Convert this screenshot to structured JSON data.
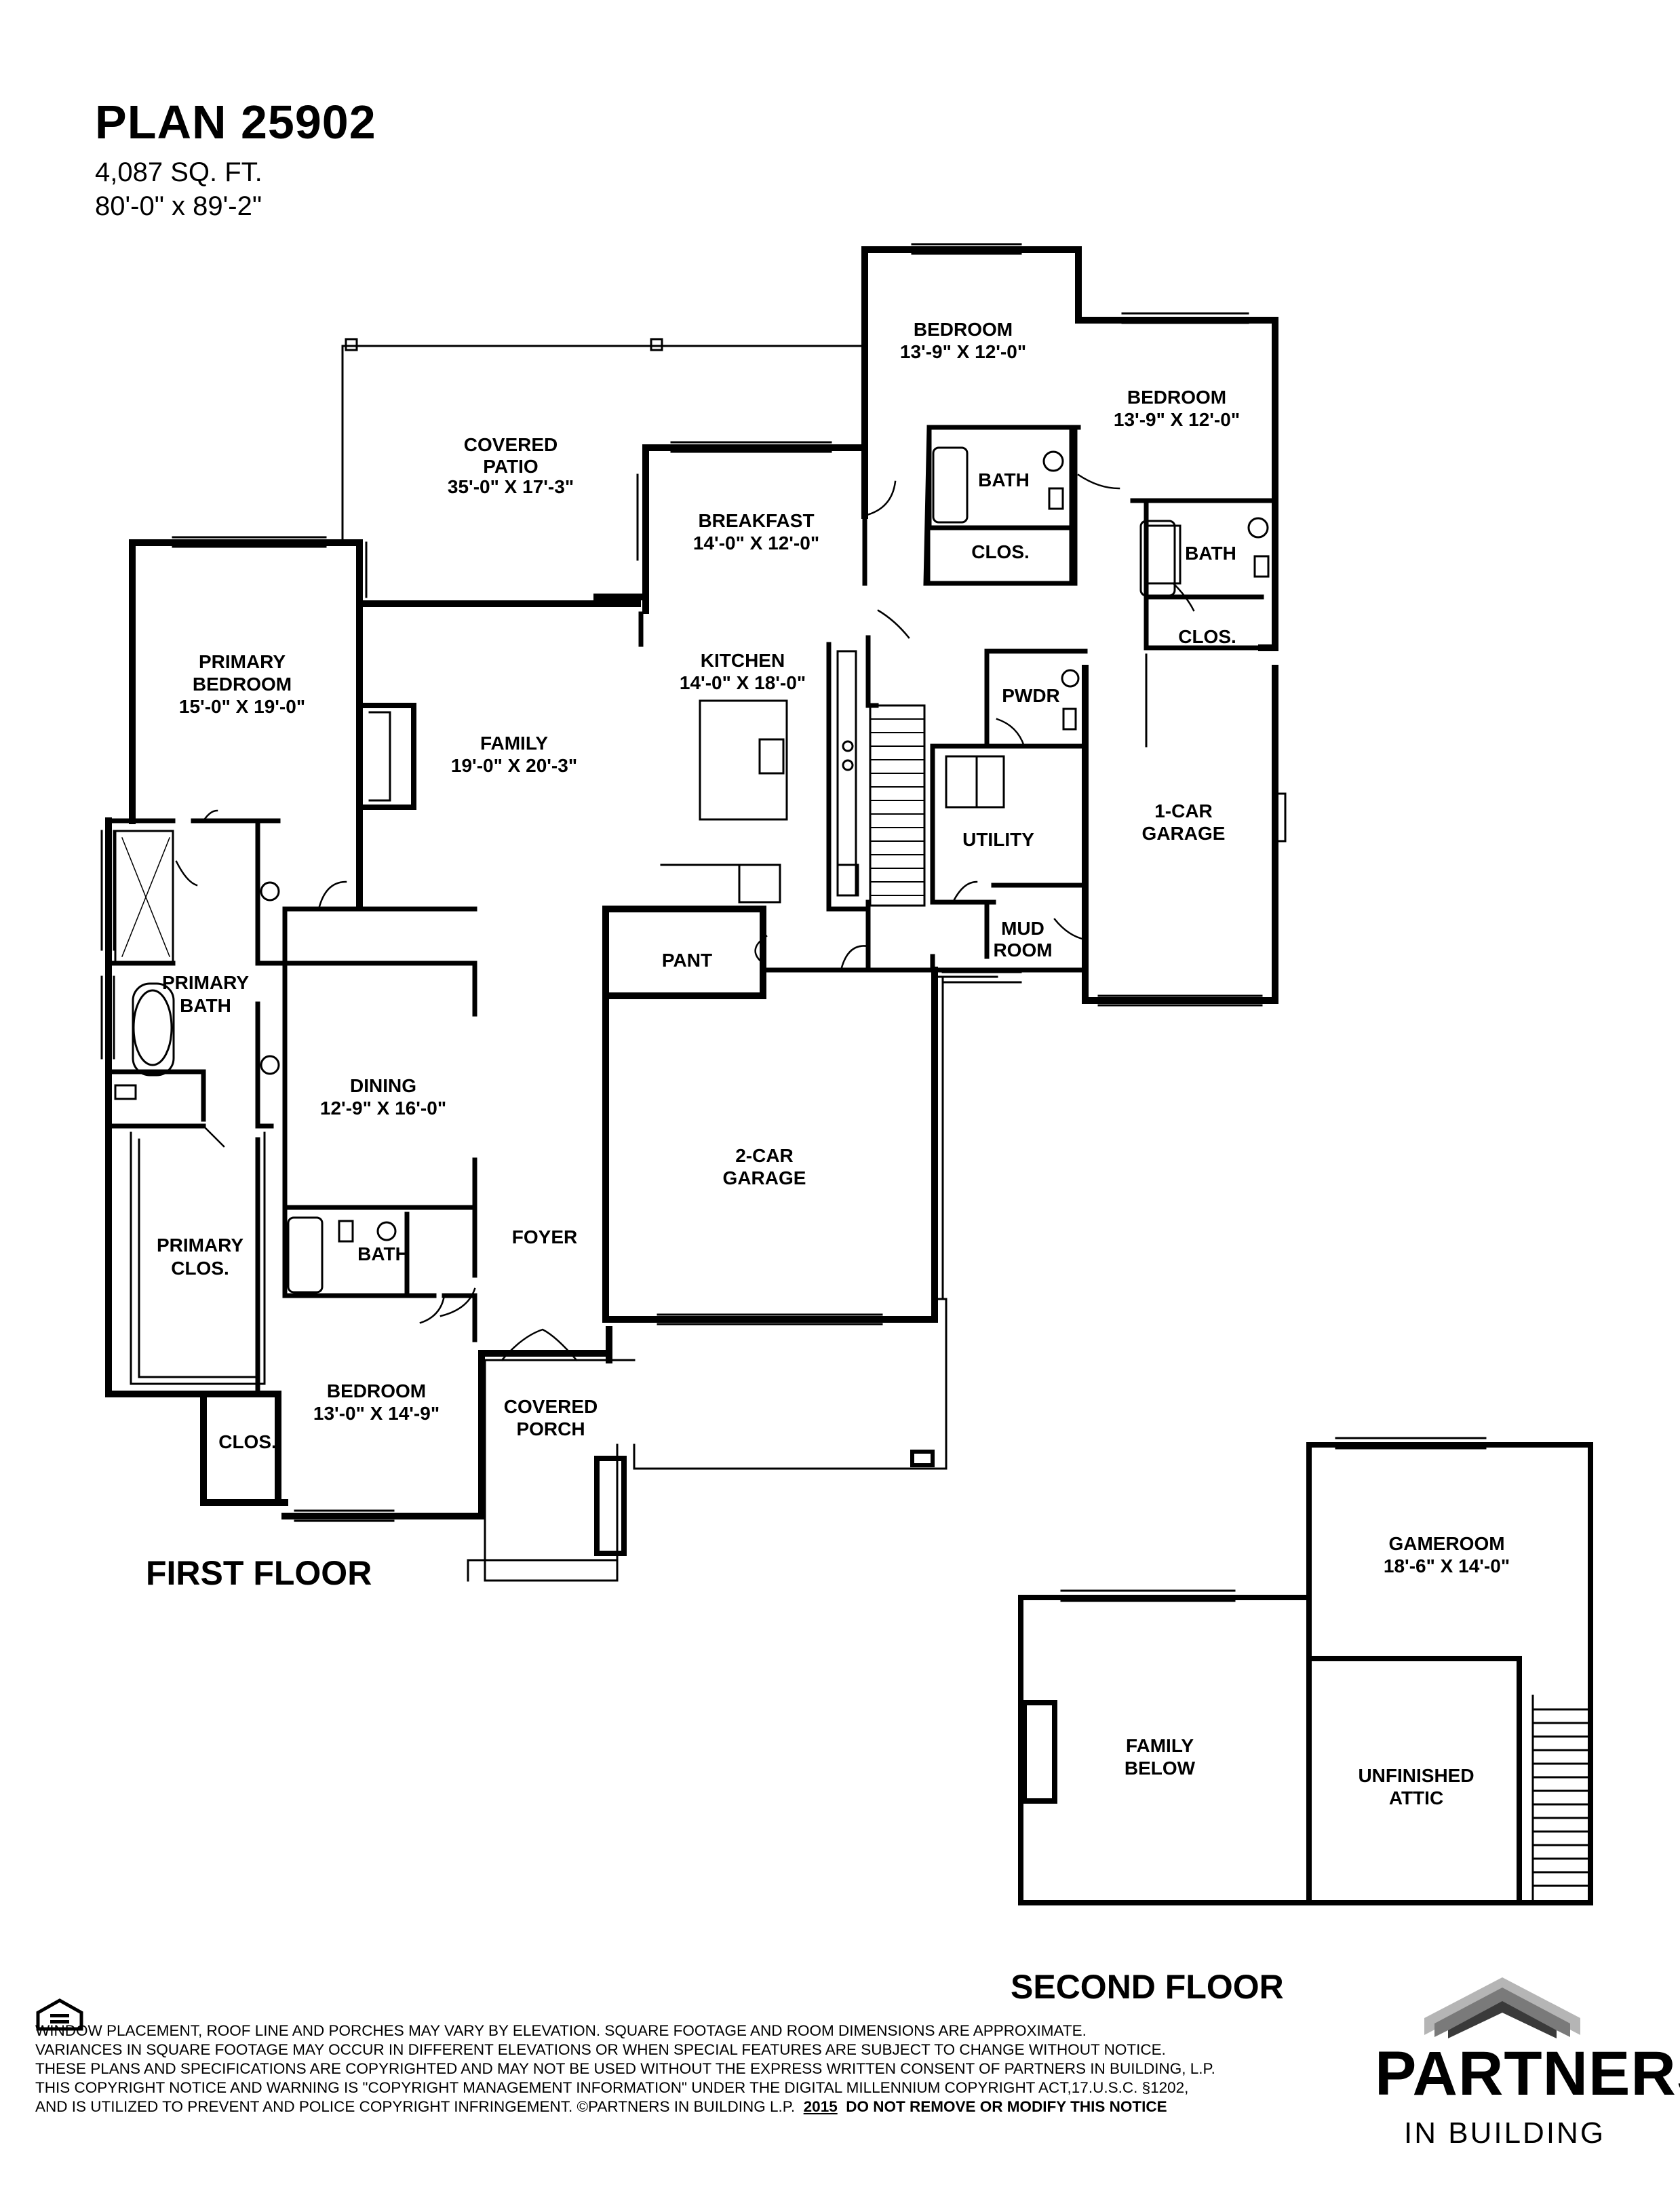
{
  "header": {
    "plan_name": "PLAN 25902",
    "square_feet": "4,087 SQ. FT.",
    "dimensions": "80'-0\" x 89'-2\""
  },
  "floors": {
    "first": "FIRST FLOOR",
    "second": "SECOND FLOOR"
  },
  "rooms_first_floor": [
    {
      "name": "BEDROOM",
      "size": "13'-9\" X 12'-0\""
    },
    {
      "name": "BEDROOM",
      "size": "13'-9\" X 12'-0\""
    },
    {
      "name": "COVERED PATIO",
      "size": "35'-0\" X 17'-3\""
    },
    {
      "name": "BREAKFAST",
      "size": "14'-0\" X 12'-0\""
    },
    {
      "name": "BATH"
    },
    {
      "name": "CLOS."
    },
    {
      "name": "BATH"
    },
    {
      "name": "CLOS."
    },
    {
      "name": "PRIMARY BEDROOM",
      "size": "15'-0\" X 19'-0\""
    },
    {
      "name": "KITCHEN",
      "size": "14'-0\" X 18'-0\""
    },
    {
      "name": "PWDR"
    },
    {
      "name": "FAMILY",
      "size": "19'-0\" X 20'-3\""
    },
    {
      "name": "1-CAR GARAGE"
    },
    {
      "name": "UTILITY"
    },
    {
      "name": "PRIMARY BATH"
    },
    {
      "name": "PANT"
    },
    {
      "name": "MUD ROOM"
    },
    {
      "name": "DINING",
      "size": "12'-9\" X 16'-0\""
    },
    {
      "name": "2-CAR GARAGE"
    },
    {
      "name": "PRIMARY CLOS."
    },
    {
      "name": "BATH"
    },
    {
      "name": "FOYER"
    },
    {
      "name": "BEDROOM",
      "size": "13'-0\" X 14'-9\""
    },
    {
      "name": "COVERED PORCH"
    },
    {
      "name": "CLOS."
    }
  ],
  "rooms_second_floor": [
    {
      "name": "GAMEROOM",
      "size": "18'-6\" X 14'-0\""
    },
    {
      "name": "FAMILY BELOW"
    },
    {
      "name": "UNFINISHED ATTIC"
    }
  ],
  "disclaimer": {
    "lines": [
      "WINDOW PLACEMENT, ROOF LINE AND PORCHES MAY VARY BY ELEVATION.  SQUARE FOOTAGE AND ROOM DIMENSIONS ARE APPROXIMATE.",
      "VARIANCES IN SQUARE FOOTAGE MAY OCCUR IN DIFFERENT ELEVATIONS OR  WHEN SPECIAL FEATURES ARE SUBJECT TO CHANGE WITHOUT NOTICE.",
      "THESE PLANS AND SPECIFICATIONS ARE COPYRIGHTED AND MAY NOT BE USED WITHOUT THE EXPRESS WRITTEN CONSENT OF PARTNERS IN BUILDING, L.P.",
      "THIS COPYRIGHT NOTICE AND WARNING IS \"COPYRIGHT MANAGEMENT INFORMATION\" UNDER THE DIGITAL MILLENNIUM COPYRIGHT ACT,17.U.S.C. §1202,"
    ],
    "last_line_prefix": "AND IS UTILIZED TO PREVENT AND POLICE COPYRIGHT INFRINGEMENT.  ©PARTNERS IN BUILDING L.P.",
    "year": "2015",
    "warning": "DO NOT REMOVE OR MODIFY THIS NOTICE"
  },
  "equal_housing_icon": "equal-housing-opportunity-icon",
  "logo": {
    "name": "PARTNERS",
    "tagline": "IN BUILDING",
    "icon": "roof-chevron-icon",
    "colors": {
      "dark": "#3a3a3a",
      "mid": "#7a7a7a",
      "light": "#b5b5b5"
    }
  }
}
